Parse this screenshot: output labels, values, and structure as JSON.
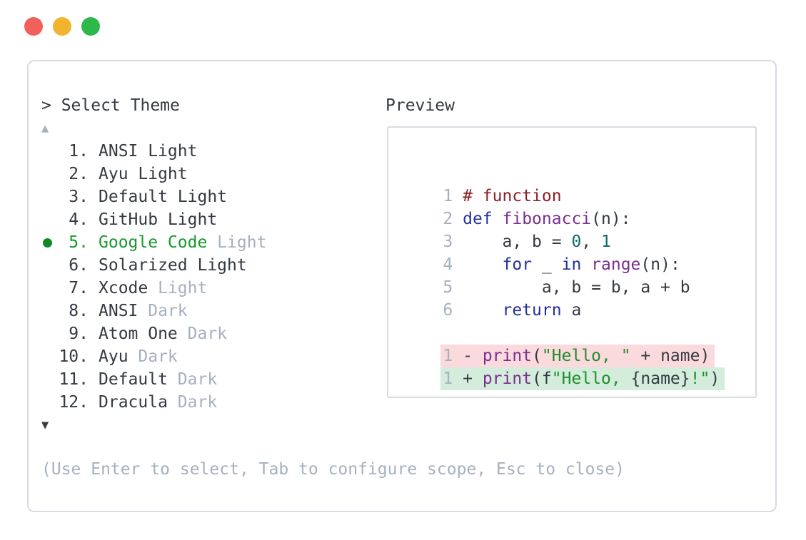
{
  "window": {
    "controls": [
      "close",
      "minimize",
      "zoom"
    ]
  },
  "colors": {
    "text_dark": "#343a41",
    "muted": "#a6b0bf",
    "border": "#d7dbe2",
    "accent_green": "#18992b",
    "bullet_green": "#108a24",
    "traffic_red": "#f1605a",
    "traffic_yellow": "#f2b32e",
    "traffic_green": "#2db84c",
    "syntax": {
      "keyword": "#25309b",
      "type": "#7b2e8e",
      "string": "#1f8f2a",
      "literal": "#0c6b70",
      "comment": "#8b1f23",
      "plain": "#343a41",
      "line_number": "#a6b0bf"
    },
    "diff": {
      "removed_bg": "#fbdade",
      "added_bg": "#d3ecdb"
    }
  },
  "picker": {
    "prompt": "> Select Theme",
    "scroll_up_icon": "▲",
    "scroll_down_icon": "▼",
    "hint": "(Use Enter to select, Tab to configure scope, Esc to close)",
    "items": [
      {
        "num": "1.",
        "label": "ANSI Light",
        "muted": "",
        "selected": false
      },
      {
        "num": "2.",
        "label": "Ayu Light",
        "muted": "",
        "selected": false
      },
      {
        "num": "3.",
        "label": "Default Light",
        "muted": "",
        "selected": false
      },
      {
        "num": "4.",
        "label": "GitHub Light",
        "muted": "",
        "selected": false
      },
      {
        "num": "5.",
        "label": "Google Code",
        "muted": "Light",
        "selected": true
      },
      {
        "num": "6.",
        "label": "Solarized Light",
        "muted": "",
        "selected": false
      },
      {
        "num": "7.",
        "label": "Xcode",
        "muted": "Light",
        "selected": false
      },
      {
        "num": "8.",
        "label": "ANSI",
        "muted": "Dark",
        "selected": false
      },
      {
        "num": "9.",
        "label": "Atom One",
        "muted": "Dark",
        "selected": false
      },
      {
        "num": "10.",
        "label": "Ayu",
        "muted": "Dark",
        "selected": false
      },
      {
        "num": "11.",
        "label": "Default",
        "muted": "Dark",
        "selected": false
      },
      {
        "num": "12.",
        "label": "Dracula",
        "muted": "Dark",
        "selected": false
      }
    ]
  },
  "preview": {
    "label": "Preview",
    "code_lines": [
      {
        "num": "1",
        "tokens": [
          [
            "com",
            "# function"
          ]
        ]
      },
      {
        "num": "2",
        "tokens": [
          [
            "kwd",
            "def"
          ],
          [
            "pln",
            " "
          ],
          [
            "typ",
            "fibonacci"
          ],
          [
            "pln",
            "(n):"
          ]
        ]
      },
      {
        "num": "3",
        "tokens": [
          [
            "pln",
            "    a, b = "
          ],
          [
            "lit",
            "0"
          ],
          [
            "pln",
            ", "
          ],
          [
            "lit",
            "1"
          ]
        ]
      },
      {
        "num": "4",
        "tokens": [
          [
            "pln",
            "    "
          ],
          [
            "kwd",
            "for"
          ],
          [
            "pln",
            " _ "
          ],
          [
            "kwd",
            "in"
          ],
          [
            "pln",
            " "
          ],
          [
            "typ",
            "range"
          ],
          [
            "pln",
            "(n):"
          ]
        ]
      },
      {
        "num": "5",
        "tokens": [
          [
            "pln",
            "        a, b = b, a + b"
          ]
        ]
      },
      {
        "num": "6",
        "tokens": [
          [
            "pln",
            "    "
          ],
          [
            "kwd",
            "return"
          ],
          [
            "pln",
            " a"
          ]
        ]
      }
    ],
    "diff_lines": [
      {
        "num": "1",
        "kind": "removed",
        "tokens": [
          [
            "pln",
            "- "
          ],
          [
            "typ",
            "print"
          ],
          [
            "pln",
            "("
          ],
          [
            "str",
            "\"Hello, \""
          ],
          [
            "pln",
            " + name)"
          ]
        ]
      },
      {
        "num": "1",
        "kind": "added",
        "tokens": [
          [
            "pln",
            "+ "
          ],
          [
            "typ",
            "print"
          ],
          [
            "pln",
            "(f"
          ],
          [
            "str",
            "\"Hello, "
          ],
          [
            "pln",
            "{name}"
          ],
          [
            "str",
            "!\""
          ],
          [
            "pln",
            ")"
          ]
        ]
      }
    ]
  }
}
